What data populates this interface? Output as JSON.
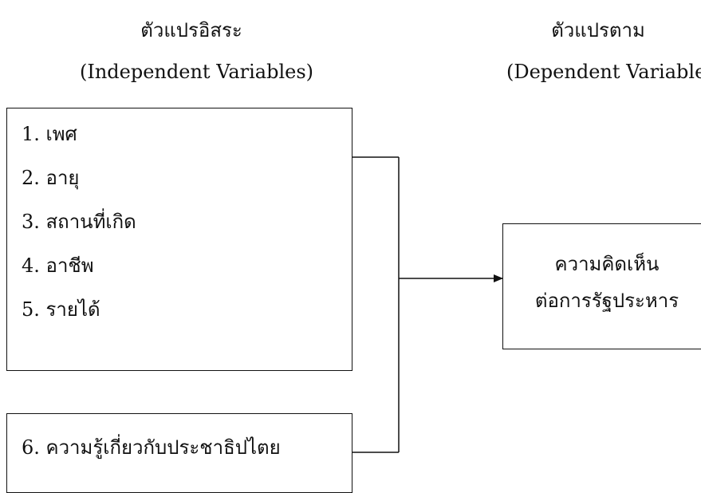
{
  "independent": {
    "title": "ตัวแปรอิสระ",
    "subtitle": "(Independent Variables)"
  },
  "dependent": {
    "title": "ตัวแปรตาม",
    "subtitle": "(Dependent Variable)",
    "box_lines": [
      "ความคิดเห็น",
      "ต่อการรัฐประหาร"
    ]
  },
  "variables": [
    "1. เพศ",
    "2. อายุ",
    "3. สถานที่เกิด",
    "4. อาชีพ",
    "5. รายได้"
  ],
  "knowledge_variable": "6. ความรู้เกี่ยวกับประชาธิปไตย"
}
